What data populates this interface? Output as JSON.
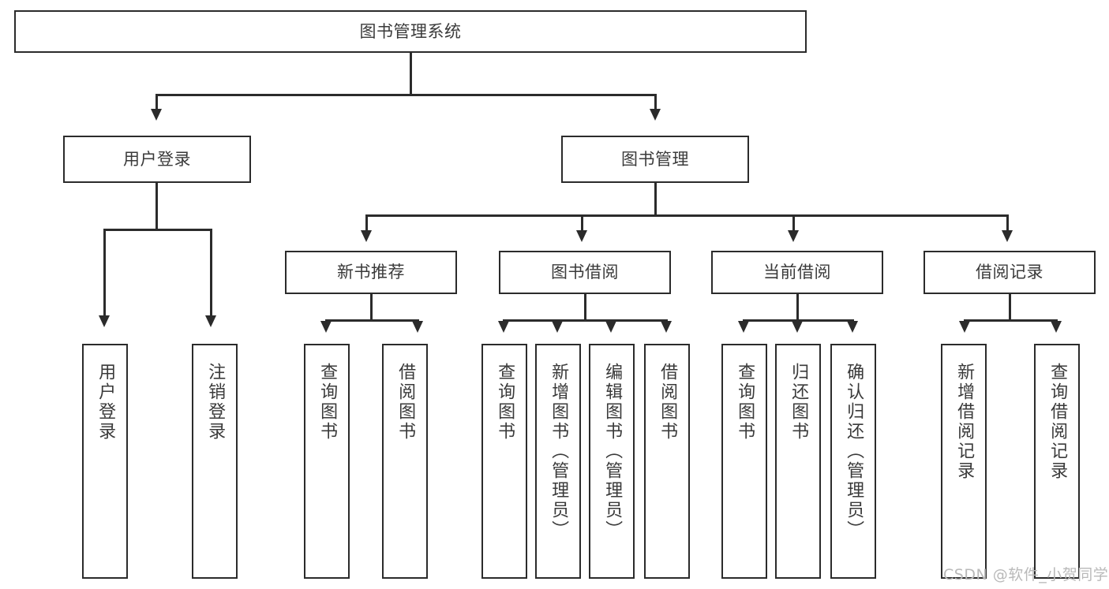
{
  "diagram": {
    "type": "tree",
    "title": "图书管理系统",
    "root": {
      "label": "图书管理系统"
    },
    "level2": [
      {
        "label": "用户登录"
      },
      {
        "label": "图书管理"
      }
    ],
    "level3": [
      {
        "label": "新书推荐"
      },
      {
        "label": "图书借阅"
      },
      {
        "label": "当前借阅"
      },
      {
        "label": "借阅记录"
      }
    ],
    "leaves": {
      "user_login": [
        {
          "label": "用户登录"
        },
        {
          "label": "注销登录"
        }
      ],
      "new_book_recommend": [
        {
          "label": "查询图书"
        },
        {
          "label": "借阅图书"
        }
      ],
      "book_borrow": [
        {
          "label": "查询图书"
        },
        {
          "label": "新增图书（管理员）"
        },
        {
          "label": "编辑图书（管理员）"
        },
        {
          "label": "借阅图书"
        }
      ],
      "current_borrow": [
        {
          "label": "查询图书"
        },
        {
          "label": "归还图书"
        },
        {
          "label": "确认归还（管理员）"
        }
      ],
      "borrow_record": [
        {
          "label": "新增借阅记录"
        },
        {
          "label": "查询借阅记录"
        }
      ]
    }
  },
  "watermark": {
    "text": "CSDN @软件_小贺同学"
  },
  "colors": {
    "stroke": "#2b2b2b",
    "text": "#3a3a3a",
    "background": "#ffffff",
    "watermark": "#b9b9b9"
  }
}
